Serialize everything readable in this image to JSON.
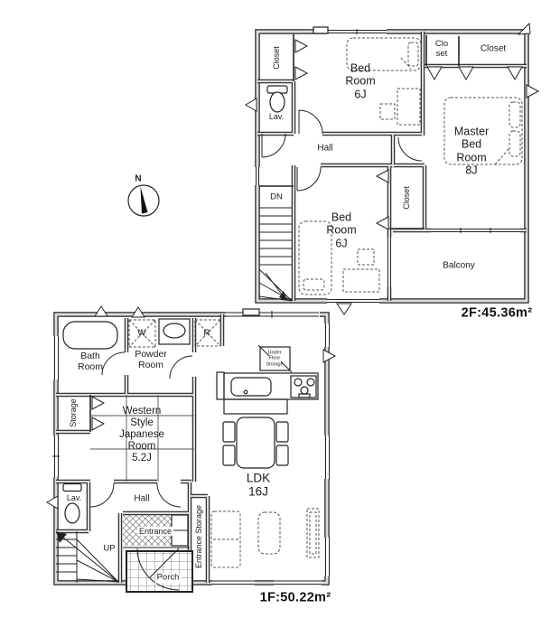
{
  "compass": {
    "north": "N"
  },
  "floor2": {
    "area": "2F:45.36m²",
    "closet_nw": "Closet",
    "lav": "Lav.",
    "bedroom_north": "Bed\nRoom\n6J",
    "hall": "Hall",
    "closet_small": "Clo\nset",
    "closet_ne": "Closet",
    "master_bedroom": "Master\nBed\nRoom\n8J",
    "stairs": "DN",
    "bedroom_south": "Bed\nRoom\n6J",
    "closet_mid": "Closet",
    "balcony": "Balcony"
  },
  "floor1": {
    "area": "1F:50.22m²",
    "bath": "Bath\nRoom",
    "washer": "W",
    "powder": "Powder\nRoom",
    "fridge": "R",
    "under_floor_storage": "Under\nFloor\nStorage",
    "storage": "Storage",
    "western_room": "Western\nStyle\nJapanese\nRoom\n5.2J",
    "lav": "Lav.",
    "hall": "Hall",
    "stairs": "UP",
    "entrance": "Entrance",
    "entrance_storage": "Entrance Storage",
    "porch": "Porch",
    "ldk": "LDK\n16J"
  }
}
